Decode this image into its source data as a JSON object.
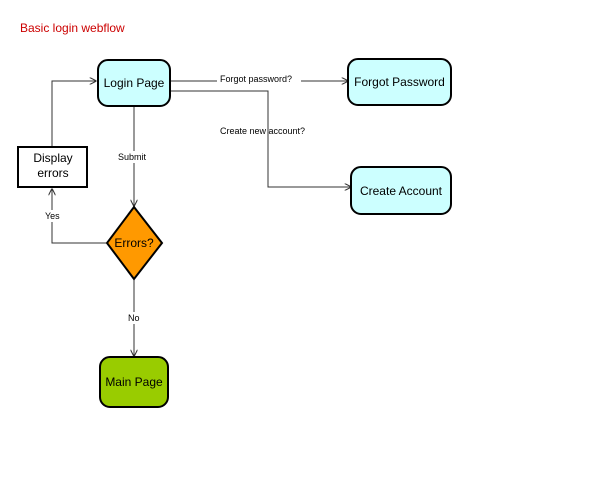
{
  "title": "Basic login webflow",
  "colors": {
    "title": "#cc0000",
    "page_fill": "#ccffff",
    "decision_fill": "#ff9900",
    "main_page_fill": "#99cc00",
    "error_text": "#cc0000",
    "stroke": "#000000",
    "edge": "#333333"
  },
  "nodes": {
    "login_page": "Login Page",
    "forgot_password": "Forgot Password",
    "create_account": "Create Account",
    "display_errors_line1": "Display",
    "display_errors_line2": "errors",
    "errors_decision": "Errors?",
    "main_page": "Main Page"
  },
  "edges": {
    "forgot_password": "Forgot password?",
    "create_account": "Create new account?",
    "submit": "Submit",
    "yes": "Yes",
    "no": "No"
  }
}
